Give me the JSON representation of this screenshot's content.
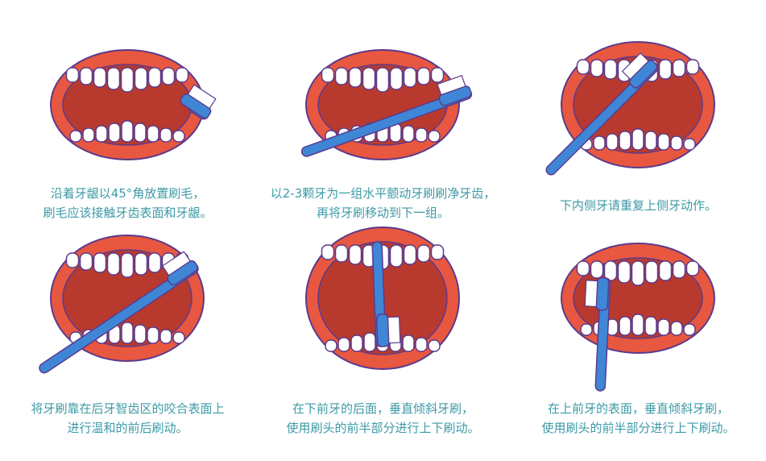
{
  "colors": {
    "lip": "#e8573f",
    "lip_outline": "#5b3a8c",
    "mouth": "#b83a2e",
    "teeth": "#ffffff",
    "brush": "#3f86d6",
    "caption": "#3d9aa6"
  },
  "steps": [
    {
      "lines": [
        "沿着牙龈以45°角放置刷毛，",
        "刷毛应该接触牙齿表面和牙龈。"
      ],
      "brush_icon": "toothbrush-icon"
    },
    {
      "lines": [
        "以2-3颗牙为一组水平颤动牙刷刷净牙齿，",
        "再将牙刷移动到下一组。"
      ],
      "brush_icon": "toothbrush-icon"
    },
    {
      "lines": [
        "下内侧牙请重复上侧牙动作。"
      ],
      "brush_icon": "toothbrush-icon"
    },
    {
      "lines": [
        "将牙刷靠在后牙智齿区的咬合表面上",
        "进行温和的前后刷动。"
      ],
      "brush_icon": "toothbrush-icon"
    },
    {
      "lines": [
        "在下前牙的后面，垂直倾斜牙刷，",
        "使用刷头的前半部分进行上下刷动。"
      ],
      "brush_icon": "toothbrush-icon"
    },
    {
      "lines": [
        "在上前牙的表面，垂直倾斜牙刷，",
        "使用刷头的前半部分进行上下刷动。"
      ],
      "brush_icon": "toothbrush-icon"
    }
  ]
}
